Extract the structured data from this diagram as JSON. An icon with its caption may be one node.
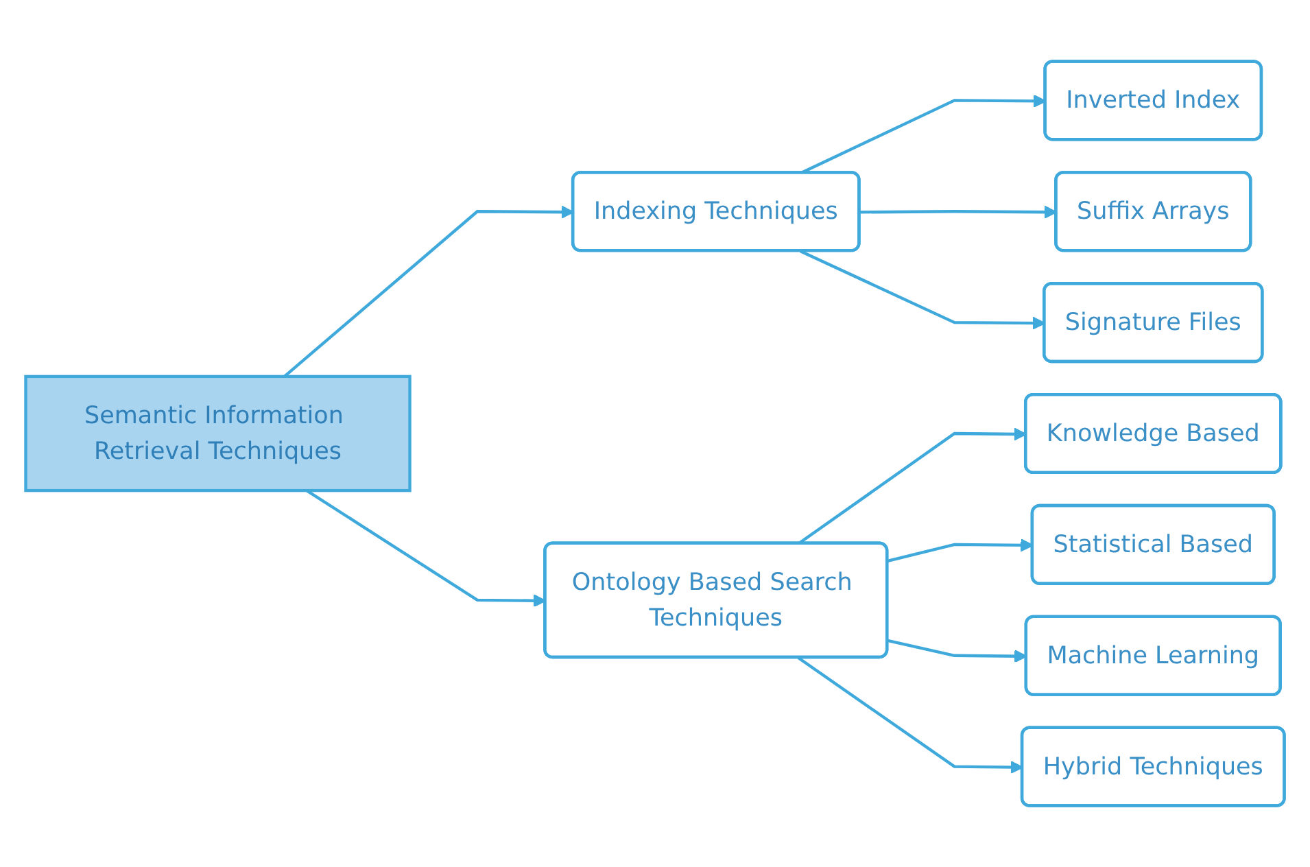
{
  "diagram": {
    "nodes": [
      {
        "text": [
          "Semantic Information Retrieval Techniques"
        ]
      },
      {
        "text": [
          "Indexing Techniques"
        ]
      },
      {
        "text": [
          "Inverted Index"
        ]
      },
      {
        "text": [
          "Suffix Arrays"
        ]
      },
      {
        "text": [
          "Signature Files"
        ]
      },
      {
        "text": [
          "Ontology Based Search Techniques"
        ]
      },
      {
        "text": [
          "Knowledge Based"
        ]
      },
      {
        "text": [
          "Statistical Based"
        ]
      },
      {
        "text": [
          "Machine Learning"
        ]
      },
      {
        "text": [
          "Hybrid Techniques"
        ]
      }
    ],
    "edges": [
      {
        "from": 0,
        "to": 1,
        "arrow": "to"
      },
      {
        "from": 0,
        "to": 5,
        "arrow": "to"
      },
      {
        "from": 1,
        "to": 2,
        "arrow": "to"
      },
      {
        "from": 1,
        "to": 3,
        "arrow": "to"
      },
      {
        "from": 1,
        "to": 4,
        "arrow": "to"
      },
      {
        "from": 5,
        "to": 6,
        "arrow": "to"
      },
      {
        "from": 5,
        "to": 7,
        "arrow": "to"
      },
      {
        "from": 5,
        "to": 8,
        "arrow": "to"
      },
      {
        "from": 5,
        "to": 9,
        "arrow": "to"
      }
    ]
  }
}
